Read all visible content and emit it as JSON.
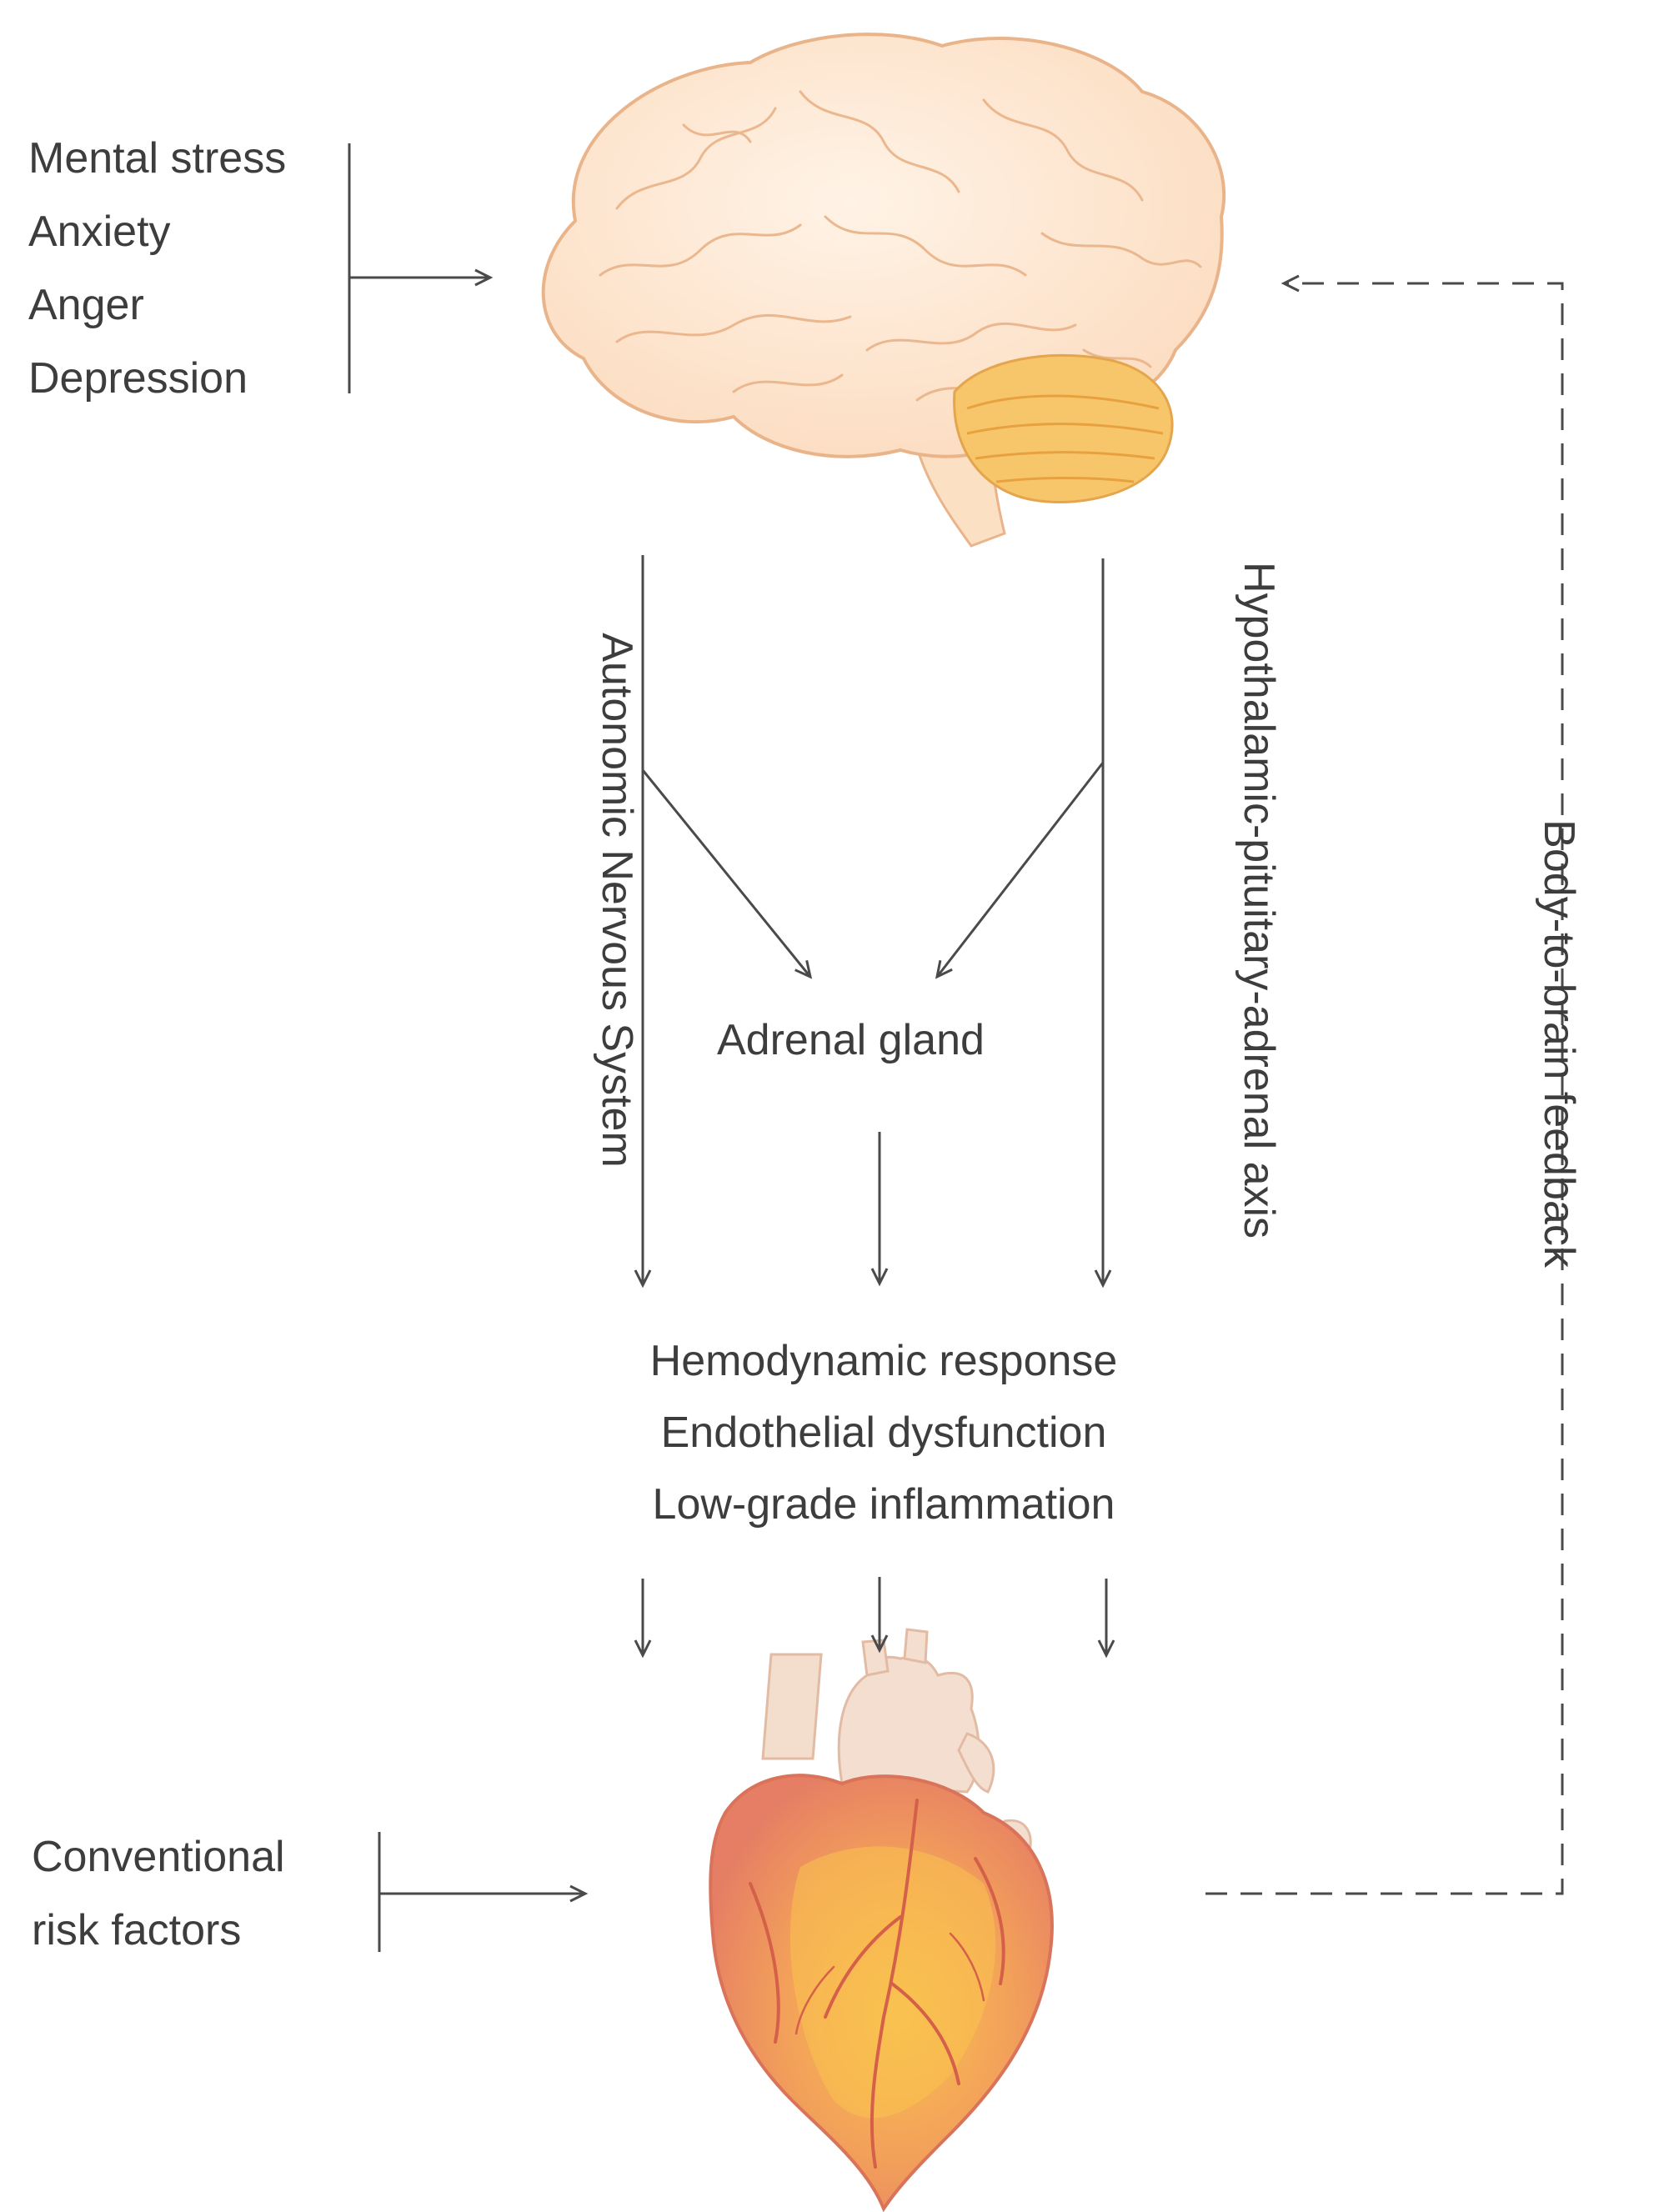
{
  "stressors": [
    "Mental stress",
    "Anxiety",
    "Anger",
    "Depression"
  ],
  "pathways": {
    "autonomic": "Autonomic Nervous System",
    "hpa": "Hypothalamic-pituitary-adrenal axis"
  },
  "adrenal_gland": "Adrenal gland",
  "responses": [
    "Hemodynamic response",
    "Endothelial dysfunction",
    "Low-grade inflammation"
  ],
  "risk_factors": [
    "Conventional",
    "risk factors"
  ],
  "feedback": "Body-to-brain feedback",
  "illustrations": {
    "top": "brain-illustration",
    "bottom": "heart-illustration"
  },
  "colors": {
    "text": "#3d3d3d",
    "arrows": "#4a4a4a",
    "brain": "#fde4cc",
    "brain_outline": "#e9b48a",
    "cerebellum": "#f7c66a",
    "heart": "#ec8a6b",
    "heart_highlight": "#f9c24f",
    "vessels": "#f1d9c8"
  }
}
